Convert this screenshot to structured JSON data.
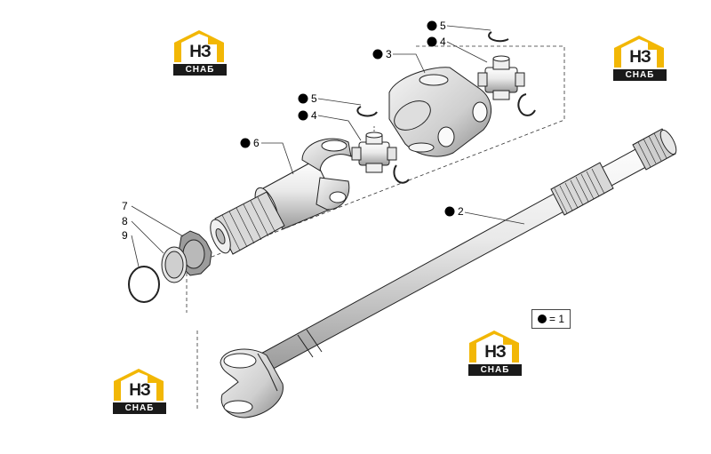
{
  "logo": {
    "mark": "НЗ",
    "band": "СНАБ",
    "accent": "#f2b705"
  },
  "callouts": [
    {
      "id": "c5-top",
      "label": "5",
      "dot": true
    },
    {
      "id": "c4-top",
      "label": "4",
      "dot": true
    },
    {
      "id": "c3",
      "label": "3",
      "dot": true
    },
    {
      "id": "c5-mid",
      "label": "5",
      "dot": true
    },
    {
      "id": "c4-mid",
      "label": "4",
      "dot": true
    },
    {
      "id": "c6",
      "label": "6",
      "dot": true
    },
    {
      "id": "c2",
      "label": "2",
      "dot": true
    },
    {
      "id": "c7",
      "label": "7",
      "dot": false
    },
    {
      "id": "c8",
      "label": "8",
      "dot": false
    },
    {
      "id": "c9",
      "label": "9",
      "dot": false
    }
  ],
  "legend": {
    "text": "= 1"
  }
}
